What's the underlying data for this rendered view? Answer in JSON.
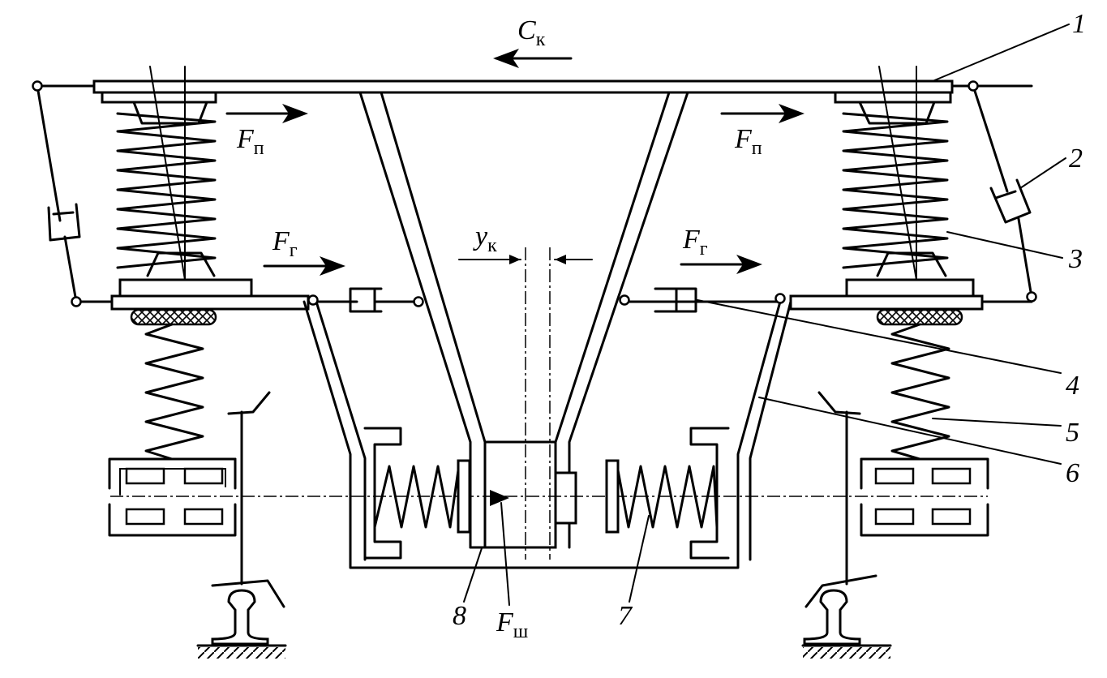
{
  "labels": {
    "ck_main": "C",
    "ck_sub": "к",
    "fp_main": "F",
    "fp_sub": "п",
    "fg_main": "F",
    "fg_sub": "г",
    "yk_main": "y",
    "yk_sub": "к",
    "fsh_main": "F",
    "fsh_sub": "ш",
    "n1": "1",
    "n2": "2",
    "n3": "3",
    "n4": "4",
    "n5": "5",
    "n6": "6",
    "n7": "7",
    "n8": "8"
  }
}
